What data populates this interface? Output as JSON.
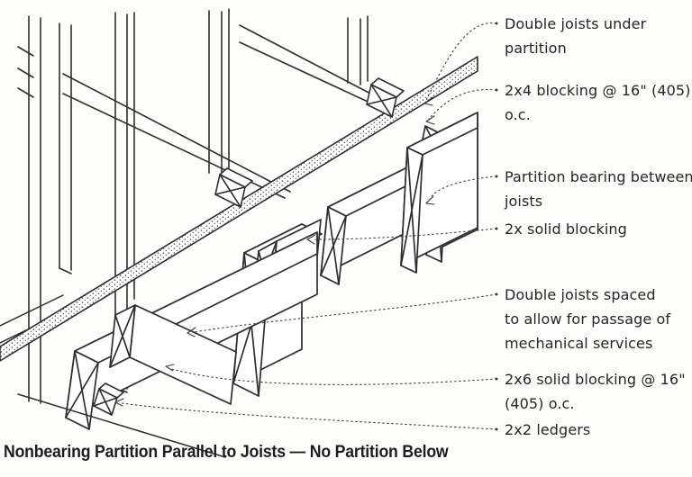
{
  "figure": {
    "caption": "Nonbearing Partition Parallel to Joists — No Partition Below",
    "ink_color": "#2e2e2e",
    "background_color": "#fdfdfb",
    "labels": [
      {
        "id": "double-joists-under-partition",
        "text": "Double joists under partition",
        "lines": [
          "Double joists under",
          "partition"
        ]
      },
      {
        "id": "2x4-blocking",
        "text": "2x4 blocking @ 16\" (405) o.c.",
        "lines": [
          "2x4 blocking @ 16\" (405)",
          "o.c."
        ]
      },
      {
        "id": "partition-bearing-between-joists",
        "text": "Partition bearing between joists",
        "lines": [
          "Partition bearing between",
          "joists"
        ]
      },
      {
        "id": "2x-solid-blocking",
        "text": "2x solid blocking",
        "lines": [
          "2x solid blocking"
        ]
      },
      {
        "id": "double-joists-spaced",
        "text": "Double joists spaced to allow for passage of mechanical services",
        "lines": [
          "Double joists spaced",
          "to allow for passage of",
          "mechanical services"
        ]
      },
      {
        "id": "2x6-solid-blocking",
        "text": "2x6 solid blocking @ 16\" (405) o.c.",
        "lines": [
          "2x6 solid blocking @ 16\"",
          "(405) o.c."
        ]
      },
      {
        "id": "2x2-ledgers",
        "text": "2x2 ledgers",
        "lines": [
          "2x2 ledgers"
        ]
      }
    ]
  }
}
